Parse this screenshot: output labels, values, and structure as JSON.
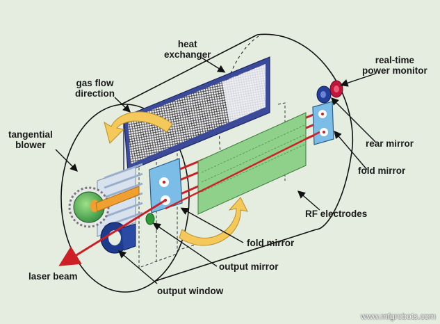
{
  "labels": {
    "heat_exchanger": [
      "heat",
      "exchanger"
    ],
    "realtime_power_monitor": [
      "real-time",
      "power monitor"
    ],
    "gas_flow_direction": [
      "gas flow",
      "direction"
    ],
    "tangential_blower": [
      "tangential",
      "blower"
    ],
    "rear_mirror": "rear mirror",
    "fold_mirror_right": "fold mirror",
    "rf_electrodes": "RF electrodes",
    "fold_mirror_bottom": "fold mirror",
    "output_mirror": "output mirror",
    "laser_beam": "laser beam",
    "output_window": "output window"
  },
  "watermark": "www.mfgrobots.com",
  "colors": {
    "background": "#e4ede0",
    "laser_beam": "#cc1f26",
    "heat_exchanger": "#4a5aa8",
    "electrodes": "#8fd08a",
    "fold_mirror": "#7bbde6",
    "flow_arrow": "#f4c95a",
    "blower": "#2e8a3a",
    "output_window": "#1f3c8c",
    "power_monitor": "#c0163c"
  },
  "icons": {
    "flow_arrows": "curved-arrow",
    "leader_lines": "arrow"
  }
}
